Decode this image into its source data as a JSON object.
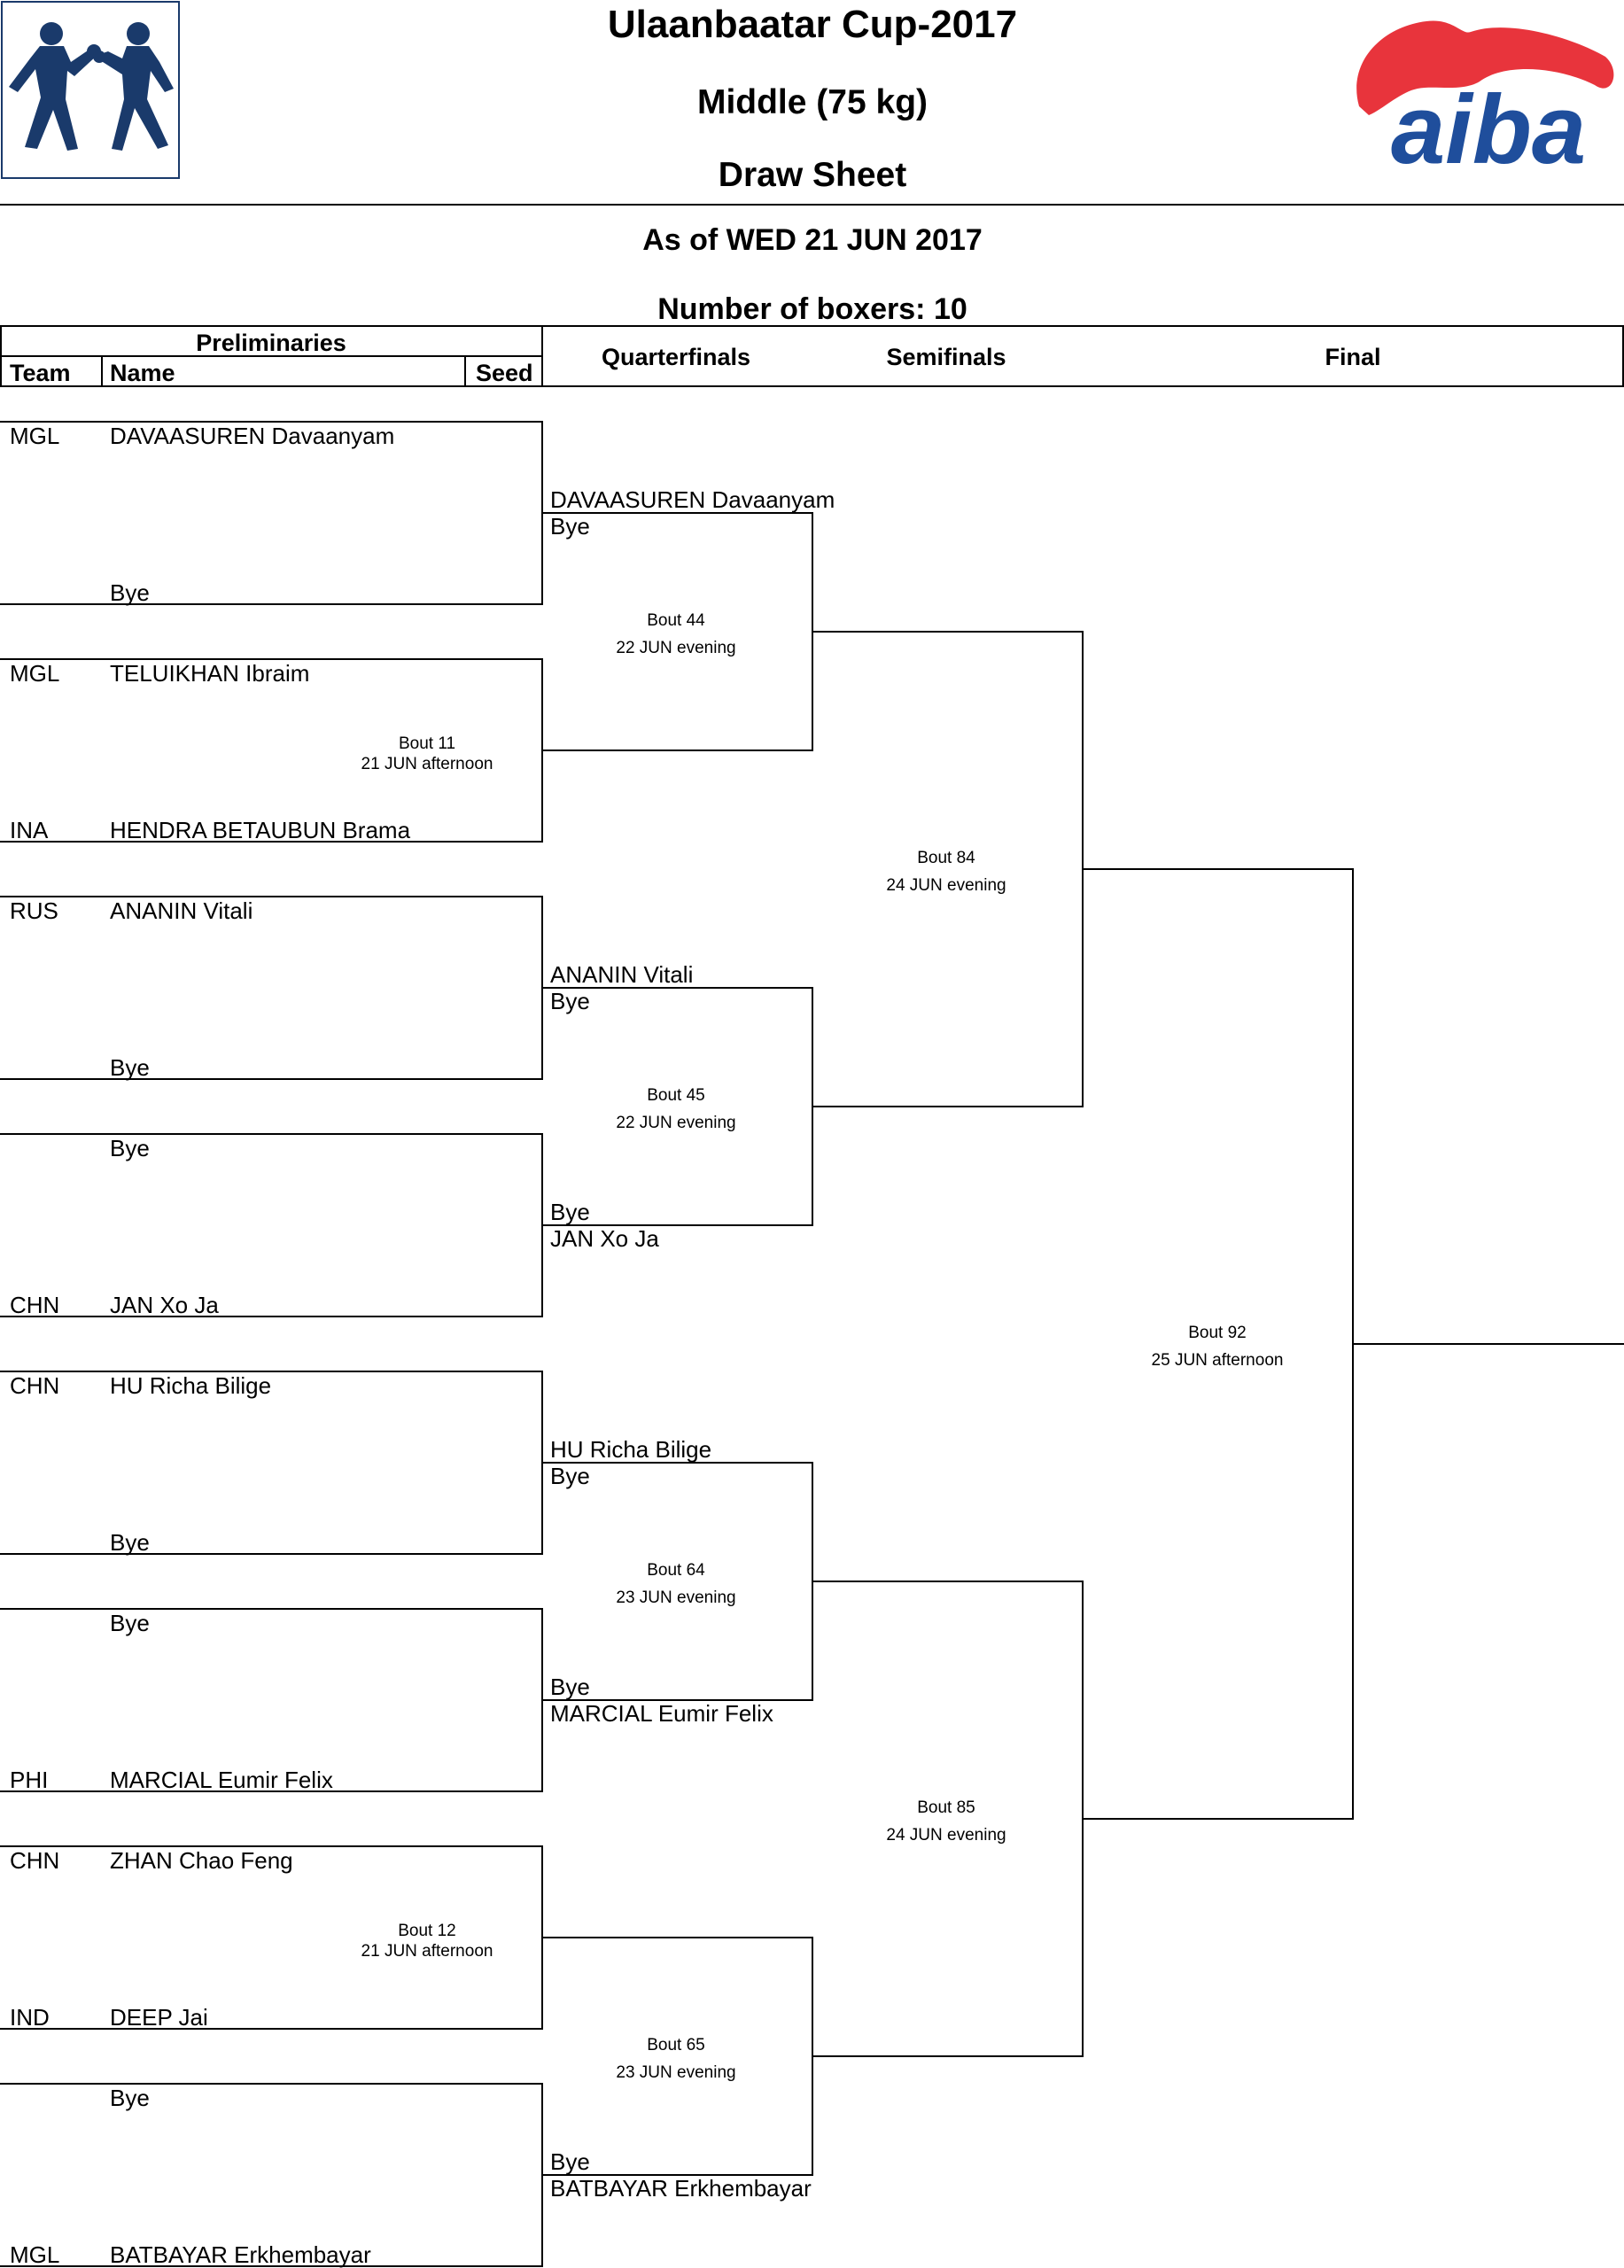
{
  "header": {
    "title": "Ulaanbaatar Cup-2017",
    "category": "Middle (75 kg)",
    "sheet": "Draw Sheet",
    "as_of": "As of WED 21 JUN 2017",
    "boxers": "Number of boxers: 10"
  },
  "logos": {
    "boxers_logo": "boxers-silhouette-icon",
    "org_logo_text": "aiba",
    "org_red": "#e8343c",
    "org_blue": "#1f4e9c",
    "left_logo_color": "#1a3a6b"
  },
  "columns": {
    "preliminaries": "Preliminaries",
    "team": "Team",
    "name": "Name",
    "seed": "Seed",
    "quarterfinals": "Quarterfinals",
    "semifinals": "Semifinals",
    "final": "Final"
  },
  "entries": [
    {
      "team": "MGL",
      "name": "DAVAASUREN Davaanyam"
    },
    {
      "team": "",
      "name": "Bye"
    },
    {
      "team": "MGL",
      "name": "TELUIKHAN Ibraim"
    },
    {
      "team": "INA",
      "name": "HENDRA BETAUBUN Brama"
    },
    {
      "team": "RUS",
      "name": "ANANIN Vitali"
    },
    {
      "team": "",
      "name": "Bye"
    },
    {
      "team": "",
      "name": "Bye"
    },
    {
      "team": "CHN",
      "name": "JAN Xo Ja"
    },
    {
      "team": "CHN",
      "name": "HU Richa Bilige"
    },
    {
      "team": "",
      "name": "Bye"
    },
    {
      "team": "",
      "name": "Bye"
    },
    {
      "team": "PHI",
      "name": "MARCIAL Eumir Felix"
    },
    {
      "team": "CHN",
      "name": "ZHAN Chao Feng"
    },
    {
      "team": "IND",
      "name": "DEEP Jai"
    },
    {
      "team": "",
      "name": "Bye"
    },
    {
      "team": "MGL",
      "name": "BATBAYAR Erkhembayar"
    }
  ],
  "prelim_bouts": [
    {
      "bout": "",
      "date": ""
    },
    {
      "bout": "Bout 11",
      "date": "21 JUN afternoon"
    },
    {
      "bout": "",
      "date": ""
    },
    {
      "bout": "",
      "date": ""
    },
    {
      "bout": "",
      "date": ""
    },
    {
      "bout": "",
      "date": ""
    },
    {
      "bout": "Bout 12",
      "date": "21 JUN afternoon"
    },
    {
      "bout": "",
      "date": ""
    }
  ],
  "qf_slots": [
    {
      "top": "DAVAASUREN Davaanyam",
      "bottom": "Bye"
    },
    {
      "top": "",
      "bottom": ""
    },
    {
      "top": "ANANIN Vitali",
      "bottom": "Bye"
    },
    {
      "top": "Bye",
      "bottom": "JAN Xo Ja"
    },
    {
      "top": "HU Richa Bilige",
      "bottom": "Bye"
    },
    {
      "top": "Bye",
      "bottom": "MARCIAL Eumir Felix"
    },
    {
      "top": "",
      "bottom": ""
    },
    {
      "top": "Bye",
      "bottom": "BATBAYAR Erkhembayar"
    }
  ],
  "qf_bouts": [
    {
      "bout": "Bout 44",
      "date": "22 JUN evening"
    },
    {
      "bout": "Bout 45",
      "date": "22 JUN evening"
    },
    {
      "bout": "Bout 64",
      "date": "23 JUN evening"
    },
    {
      "bout": "Bout 65",
      "date": "23 JUN evening"
    }
  ],
  "sf_bouts": [
    {
      "bout": "Bout 84",
      "date": "24 JUN evening"
    },
    {
      "bout": "Bout 85",
      "date": "24 JUN evening"
    }
  ],
  "final_bout": {
    "bout": "Bout 92",
    "date": "25 JUN afternoon"
  }
}
